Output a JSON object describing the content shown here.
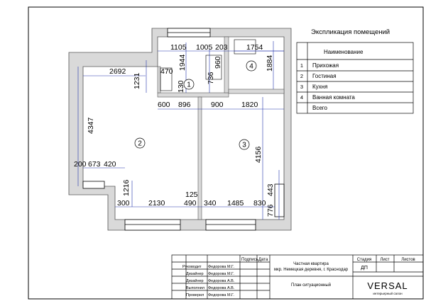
{
  "legend": {
    "title": "Экспликация помещений",
    "header": "Наименование",
    "rows": [
      {
        "num": "1",
        "name": "Прихожая"
      },
      {
        "num": "2",
        "name": "Гостиная"
      },
      {
        "num": "3",
        "name": "Кухня"
      },
      {
        "num": "4",
        "name": "Ванная комната"
      },
      {
        "num": "",
        "name": "Всего"
      }
    ]
  },
  "rooms": [
    "1",
    "2",
    "3",
    "4"
  ],
  "dimensions": {
    "top1": "1105",
    "top2": "1005",
    "top3": "203",
    "top4": "1754",
    "d1944": "1944",
    "d960": "960",
    "d736": "736",
    "d1884": "1884",
    "d2692": "2692",
    "d470": "470",
    "d1231": "1231",
    "d130": "130",
    "d600": "600",
    "d896": "896",
    "d900": "900",
    "d1820": "1820",
    "d4347": "4347",
    "d4156": "4156",
    "d200": "200",
    "d673": "673",
    "d420": "420",
    "d1216": "1216",
    "d443": "443",
    "d125": "125",
    "d300": "300",
    "d2130": "2130",
    "d490": "490",
    "d340": "340",
    "d1485": "1485",
    "d830": "830",
    "d776": "776"
  },
  "title_block": {
    "col_sign": "Подпись",
    "col_date": "Дата",
    "project_line1": "Частная квартира",
    "project_line2": "мкр. Немецкая деревня, г. Краснодар",
    "sheet_title": "План ситуационный",
    "stage_label": "Стадия",
    "sheet_label": "Лист",
    "sheets_label": "Листов",
    "stage_value": "ДП",
    "company": "VERSAL",
    "company_sub": "интерьерный салон",
    "staff": [
      {
        "role": "Руководит",
        "name": "Федорова М.Г."
      },
      {
        "role": "Дизайнер",
        "name": "Федорова М.Г."
      },
      {
        "role": "Дизайнер",
        "name": "Федорова А.В."
      },
      {
        "role": "Выполнил",
        "name": "Федорова А.В."
      },
      {
        "role": "Проверил",
        "name": "Федорова М.Г."
      }
    ]
  }
}
